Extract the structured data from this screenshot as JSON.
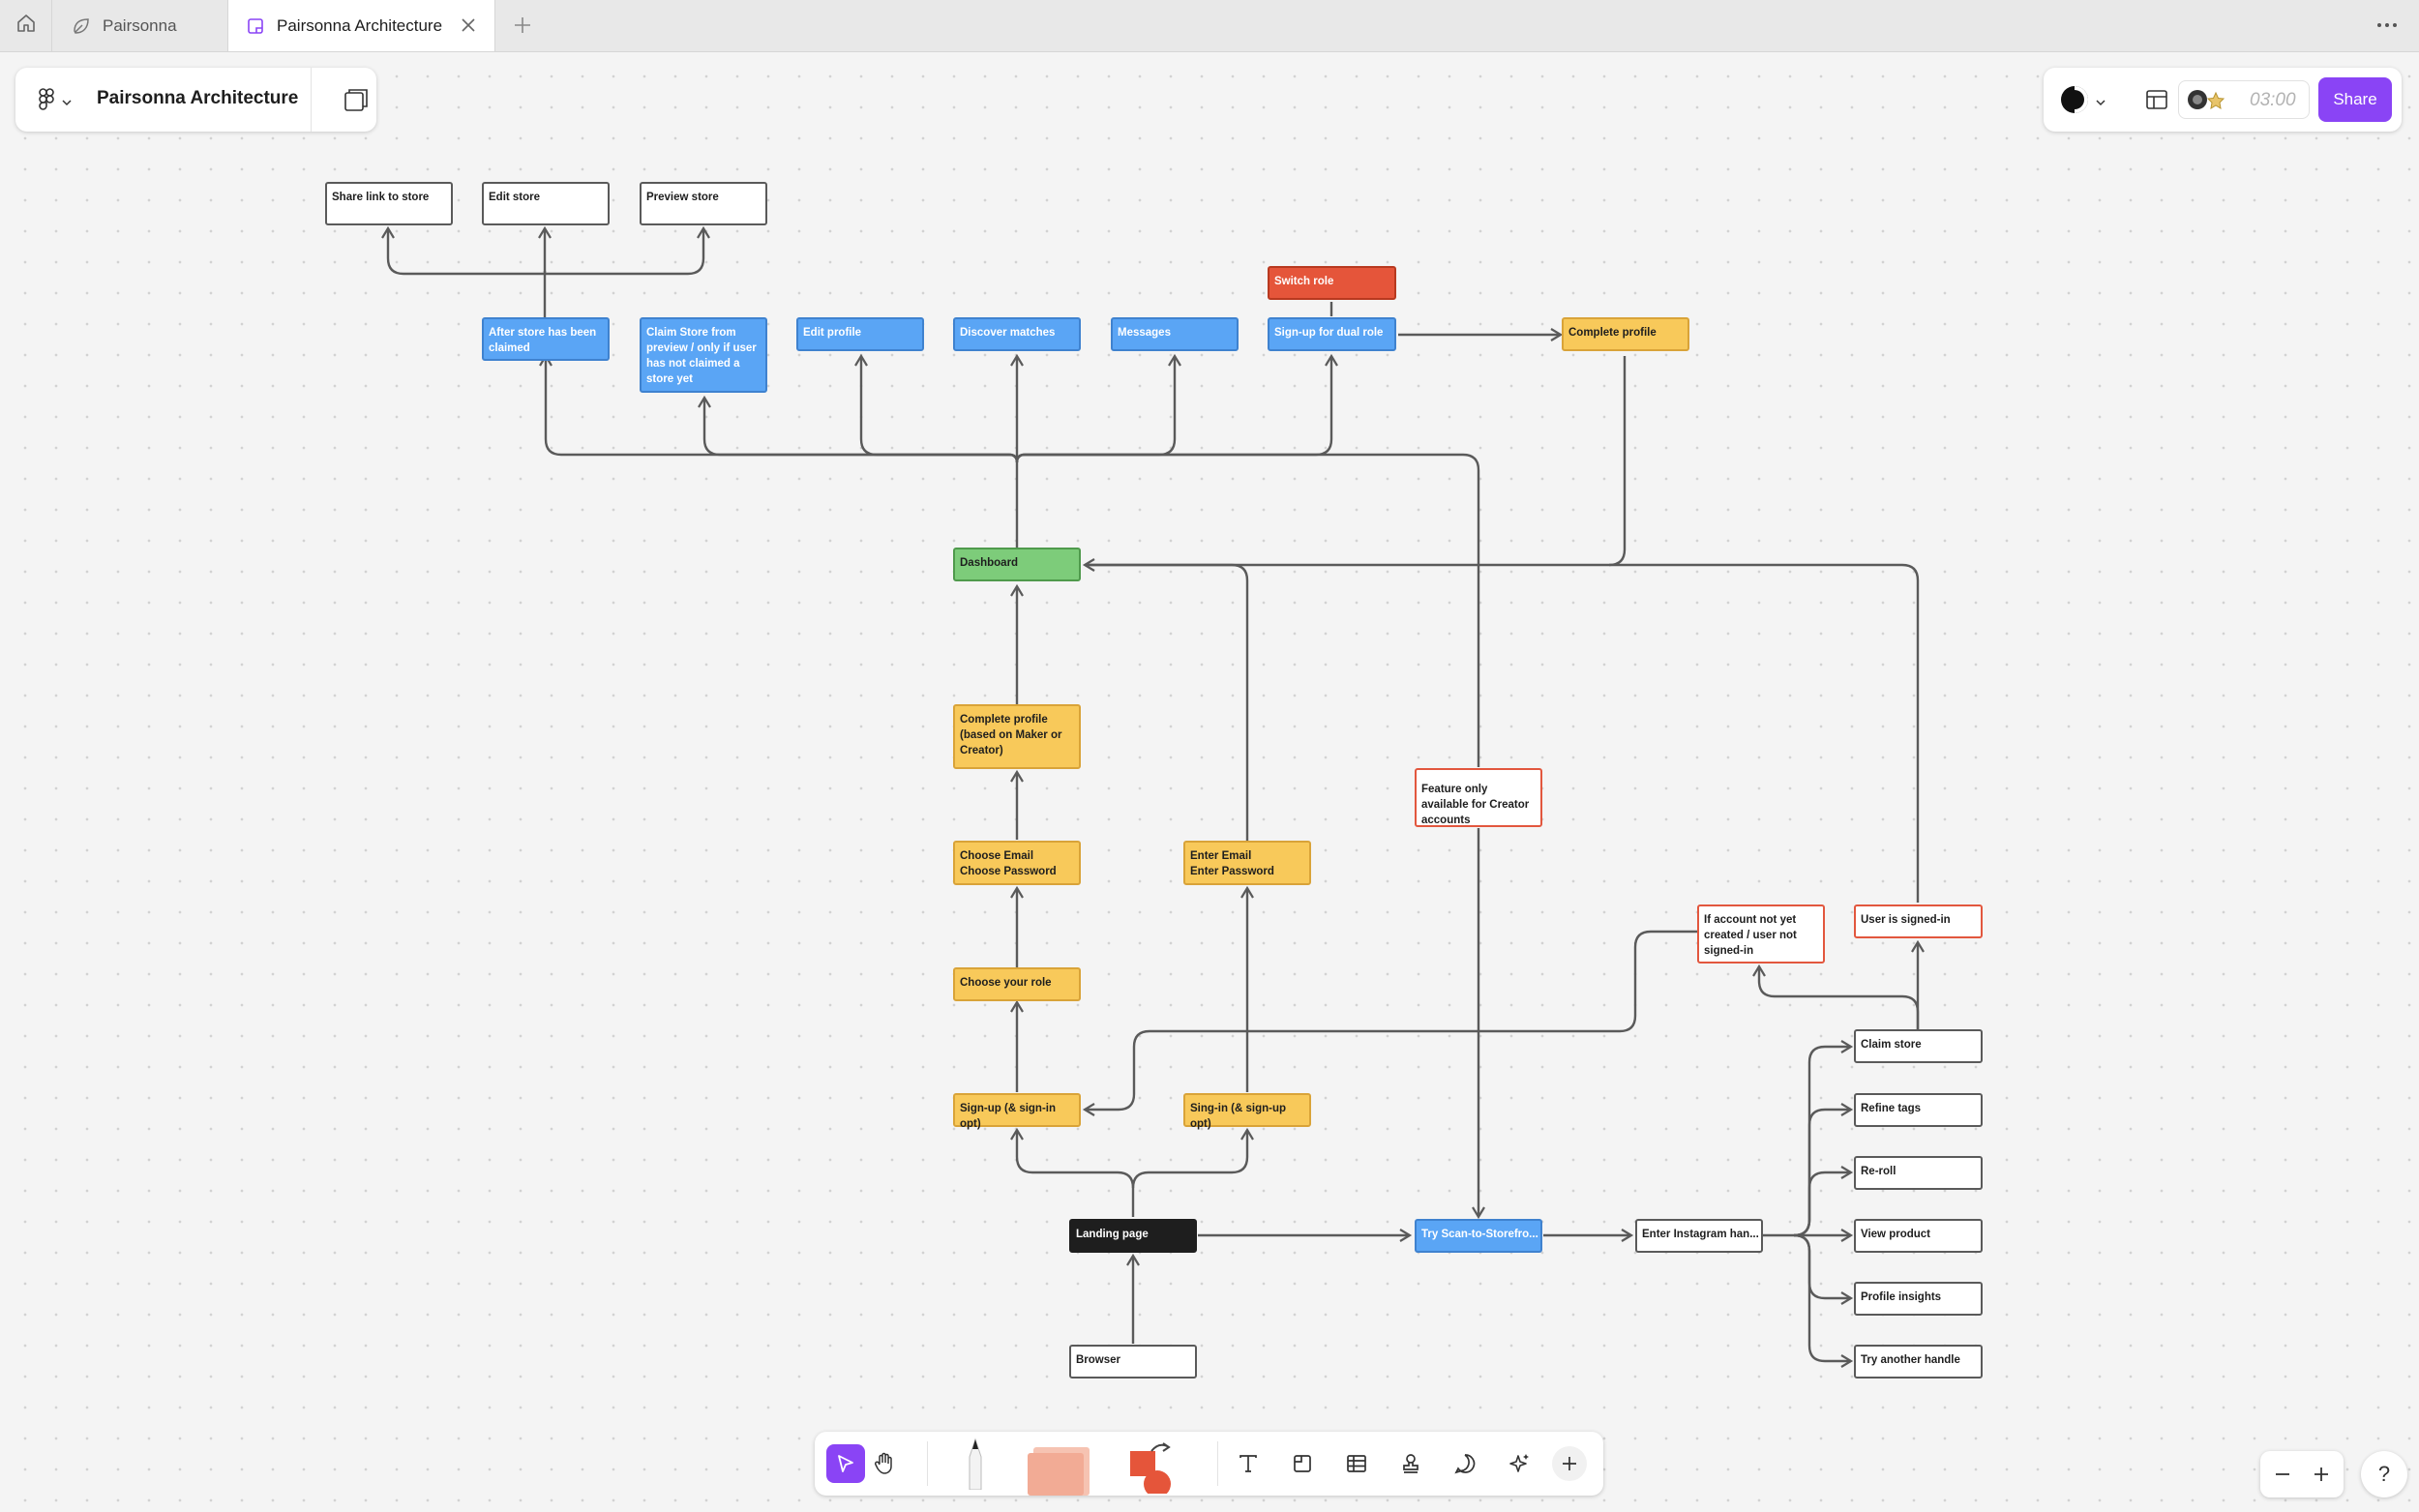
{
  "tabs": {
    "home_icon": "home-icon",
    "items": [
      {
        "label": "Pairsonna",
        "icon": "figjam-leaf-icon"
      },
      {
        "label": "Pairsonna Architecture",
        "icon": "figjam-file-icon",
        "active": true
      }
    ],
    "new_tab_icon": "plus-icon",
    "more_icon": "more-horizontal-icon"
  },
  "header": {
    "file_title": "Pairsonna Architecture",
    "main_menu_icon": "figma-logo-icon",
    "pages_icon": "pages-icon"
  },
  "actions": {
    "timer": "03:00",
    "share_label": "Share",
    "accent": "#8a44f5"
  },
  "nodes": {
    "share_link": "Share link to store",
    "edit_store": "Edit store",
    "preview_store": "Preview store",
    "switch_role": "Switch role",
    "after_store": "After store has been claimed",
    "claim_store_preview": "Claim Store from preview / only if user has not claimed a store yet",
    "edit_profile": "Edit profile",
    "discover_matches": "Discover matches",
    "messages": "Messages",
    "signup_dual": "Sign-up for dual role",
    "complete_profile_top": "Complete profile",
    "dashboard": "Dashboard",
    "complete_profile_maker": "Complete profile (based on Maker or Creator)",
    "feature_only": "Feature only available for Creator accounts",
    "choose_email": "Choose Email\nChoose Password",
    "enter_email": "Enter Email\nEnter Password",
    "if_account": "If account not yet created / user not signed-in",
    "user_signed_in": "User is signed-in",
    "choose_role": "Choose your role",
    "claim_store": "Claim store",
    "refine_tags": "Refine tags",
    "signup_opt": "Sign-up (& sign-in opt)",
    "signin_opt": "Sing-in (& sign-up opt)",
    "reroll": "Re-roll",
    "landing_page": "Landing page",
    "try_scan": "Try Scan-to-Storefro...",
    "enter_instagram": "Enter Instagram han...",
    "view_product": "View product",
    "profile_insights": "Profile insights",
    "browser": "Browser",
    "try_another": "Try another handle"
  },
  "toolbar": {
    "tools": [
      "cursor-icon",
      "hand-icon",
      "marker-icon",
      "sticky-note-icon",
      "shape-icon",
      "connector-icon",
      "text-icon",
      "section-icon",
      "table-icon",
      "stamp-icon",
      "comment-icon",
      "ai-sparkle-icon",
      "more-tools-plus-icon"
    ],
    "active_tool": "cursor-icon"
  },
  "zoom": {
    "minus_icon": "zoom-out-icon",
    "plus_icon": "zoom-in-icon",
    "help_label": "?"
  }
}
